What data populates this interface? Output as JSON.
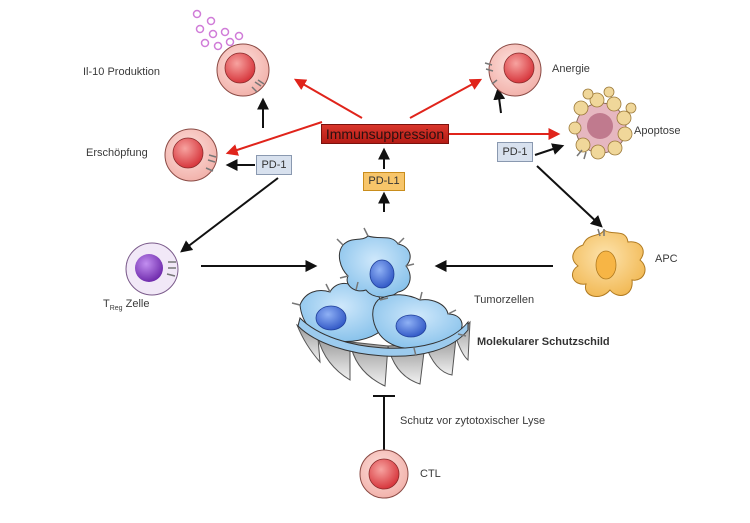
{
  "labels": {
    "il10": "Il-10 Produktion",
    "anergie": "Anergie",
    "apoptose": "Apoptose",
    "erschoepfung": "Erschöpfung",
    "apc": "APC",
    "treg_t": "T",
    "treg_sub": "Reg",
    "treg_rest": " Zelle",
    "tumorzellen": "Tumorzellen",
    "schutzschild": "Molekularer Schutzschild",
    "schutz_lyse": "Schutz vor zytotoxischer Lyse",
    "ctl": "CTL",
    "immunsuppression": "Immunsuppression",
    "pd1_left": "PD-1",
    "pd1_right": "PD-1",
    "pdl1": "PD-L1"
  },
  "colors": {
    "red_arrow": "#e0241b",
    "black_arrow": "#111111",
    "tcell_outer": "#f6c9c4",
    "tcell_inner": "#e8585a",
    "tumor_fill": "#a8d4f2",
    "tumor_nucleus": "#3d6ad6",
    "apc_fill": "#f7c56a",
    "treg_nucleus": "#8a3fc0",
    "il10_dots": "#d07cd8"
  }
}
